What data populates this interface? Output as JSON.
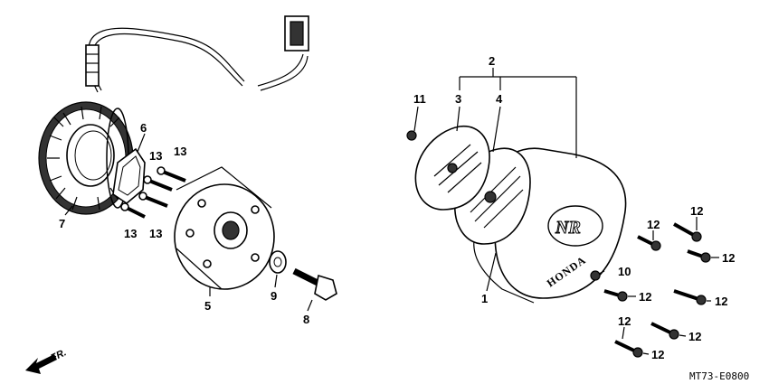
{
  "labels": {
    "l1": "1",
    "l2": "2",
    "l3": "3",
    "l4": "4",
    "l5": "5",
    "l6": "6",
    "l7": "7",
    "l8": "8",
    "l9": "9",
    "l10": "10",
    "l11": "11",
    "l12": "12",
    "l13": "13"
  },
  "direction_label": "FR.",
  "diagram_code": "MT73-E0800",
  "brand_text": "HONDA",
  "logo_text": "NR"
}
